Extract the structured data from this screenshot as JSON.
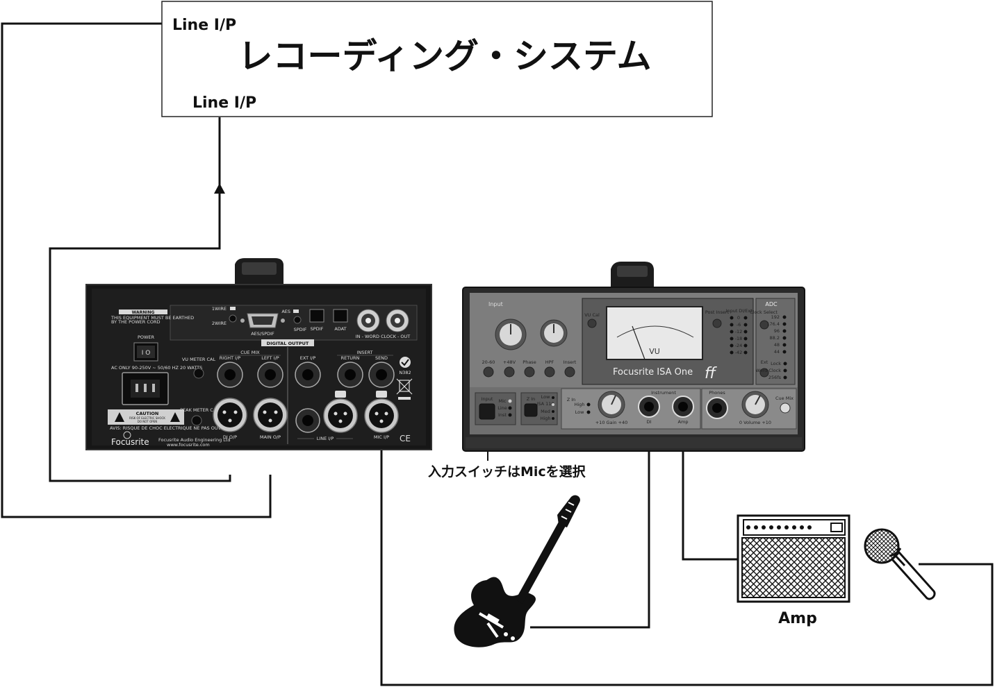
{
  "recording_system": {
    "title": "レコーディング・システム",
    "input_top_label": "Line I/P",
    "input_bottom_label": "Line I/P"
  },
  "rear_panel": {
    "warning_title": "WARNING",
    "warning_text_1": "THIS EQUIPMENT MUST BE EARTHED",
    "warning_text_2": "BY THE POWER CORD",
    "power_label": "POWER",
    "ac_rating": "AC ONLY 90-250V ~ 50/60 HZ  20 WATTS",
    "caution_title": "CAUTION",
    "caution_text_1": "RISK OF ELECTRIC SHOCK",
    "caution_text_2": "DO NOT OPEN",
    "avis_text": "AVIS: RISQUE DE CHOC ELECTRIQUE NE PAS OUVRIR",
    "brand": "Focusrite",
    "company": "Focusrite Audio Engineering Ltd",
    "website": "www.focusrite.com",
    "wire_1": "1WIRE",
    "wire_2": "2WIRE",
    "aes_spdif": "AES/SPDIF",
    "aes": "AES",
    "spdif_switch": "SPDIF",
    "spdif": "SPDIF",
    "adat": "ADAT",
    "word_clock": "IN - WORD CLOCK - OUT",
    "digital_output": "DIGITAL OUTPUT",
    "vu_meter_cal": "VU METER CAL",
    "cue_mix": "CUE MIX",
    "right_ip": "RIGHT I/P",
    "left_ip": "LEFT I/P",
    "ext_ip": "EXT I/P",
    "insert": "INSERT",
    "return": "RETURN",
    "send": "SEND",
    "n382": "N382",
    "peak_meter_cal": "PEAK METER CAL",
    "di_op": "DI O/P",
    "main_op": "MAIN O/P",
    "line_ip": "LINE I/P",
    "mic_ip": "MIC I/P",
    "ce": "CE"
  },
  "front_panel": {
    "input_section": "Input",
    "gain_labels": [
      "20-60",
      "+48V",
      "Phase",
      "HPF",
      "Insert"
    ],
    "vu_cal": "VU Cal",
    "vu_label": "VU",
    "brand": "Focusrite  ISA One",
    "post_insert": "Post Insert",
    "input_col": "Input",
    "di_ext_col": "DI/Ext",
    "meter_steps": [
      "0",
      "-6",
      "-12",
      "-18",
      "-24",
      "-42"
    ],
    "adc": "ADC",
    "clock_select": "Clock Select",
    "rates": [
      "192",
      "176.4",
      "96",
      "88.2",
      "48",
      "44"
    ],
    "ext": "Ext",
    "lock_labels": [
      "Lock",
      "Word Clock",
      "256fs"
    ],
    "input_sel": "Input",
    "input_opts": [
      "Mic",
      "Line",
      "Inst"
    ],
    "z_in": "Z In",
    "z_opts": [
      "Low",
      "ISA 110",
      "Med",
      "High"
    ],
    "inst_z_opts": [
      "High",
      "Low"
    ],
    "instrument": "Instrument",
    "gain_range": "+10  Gain  +40",
    "di": "DI",
    "amp": "Amp",
    "phones": "Phones",
    "volume_range": "0  Volume  +10",
    "cue_mix": "Cue Mix"
  },
  "annotations": {
    "switch_note": "入力スイッチはMicを選択",
    "amp_label": "Amp"
  }
}
